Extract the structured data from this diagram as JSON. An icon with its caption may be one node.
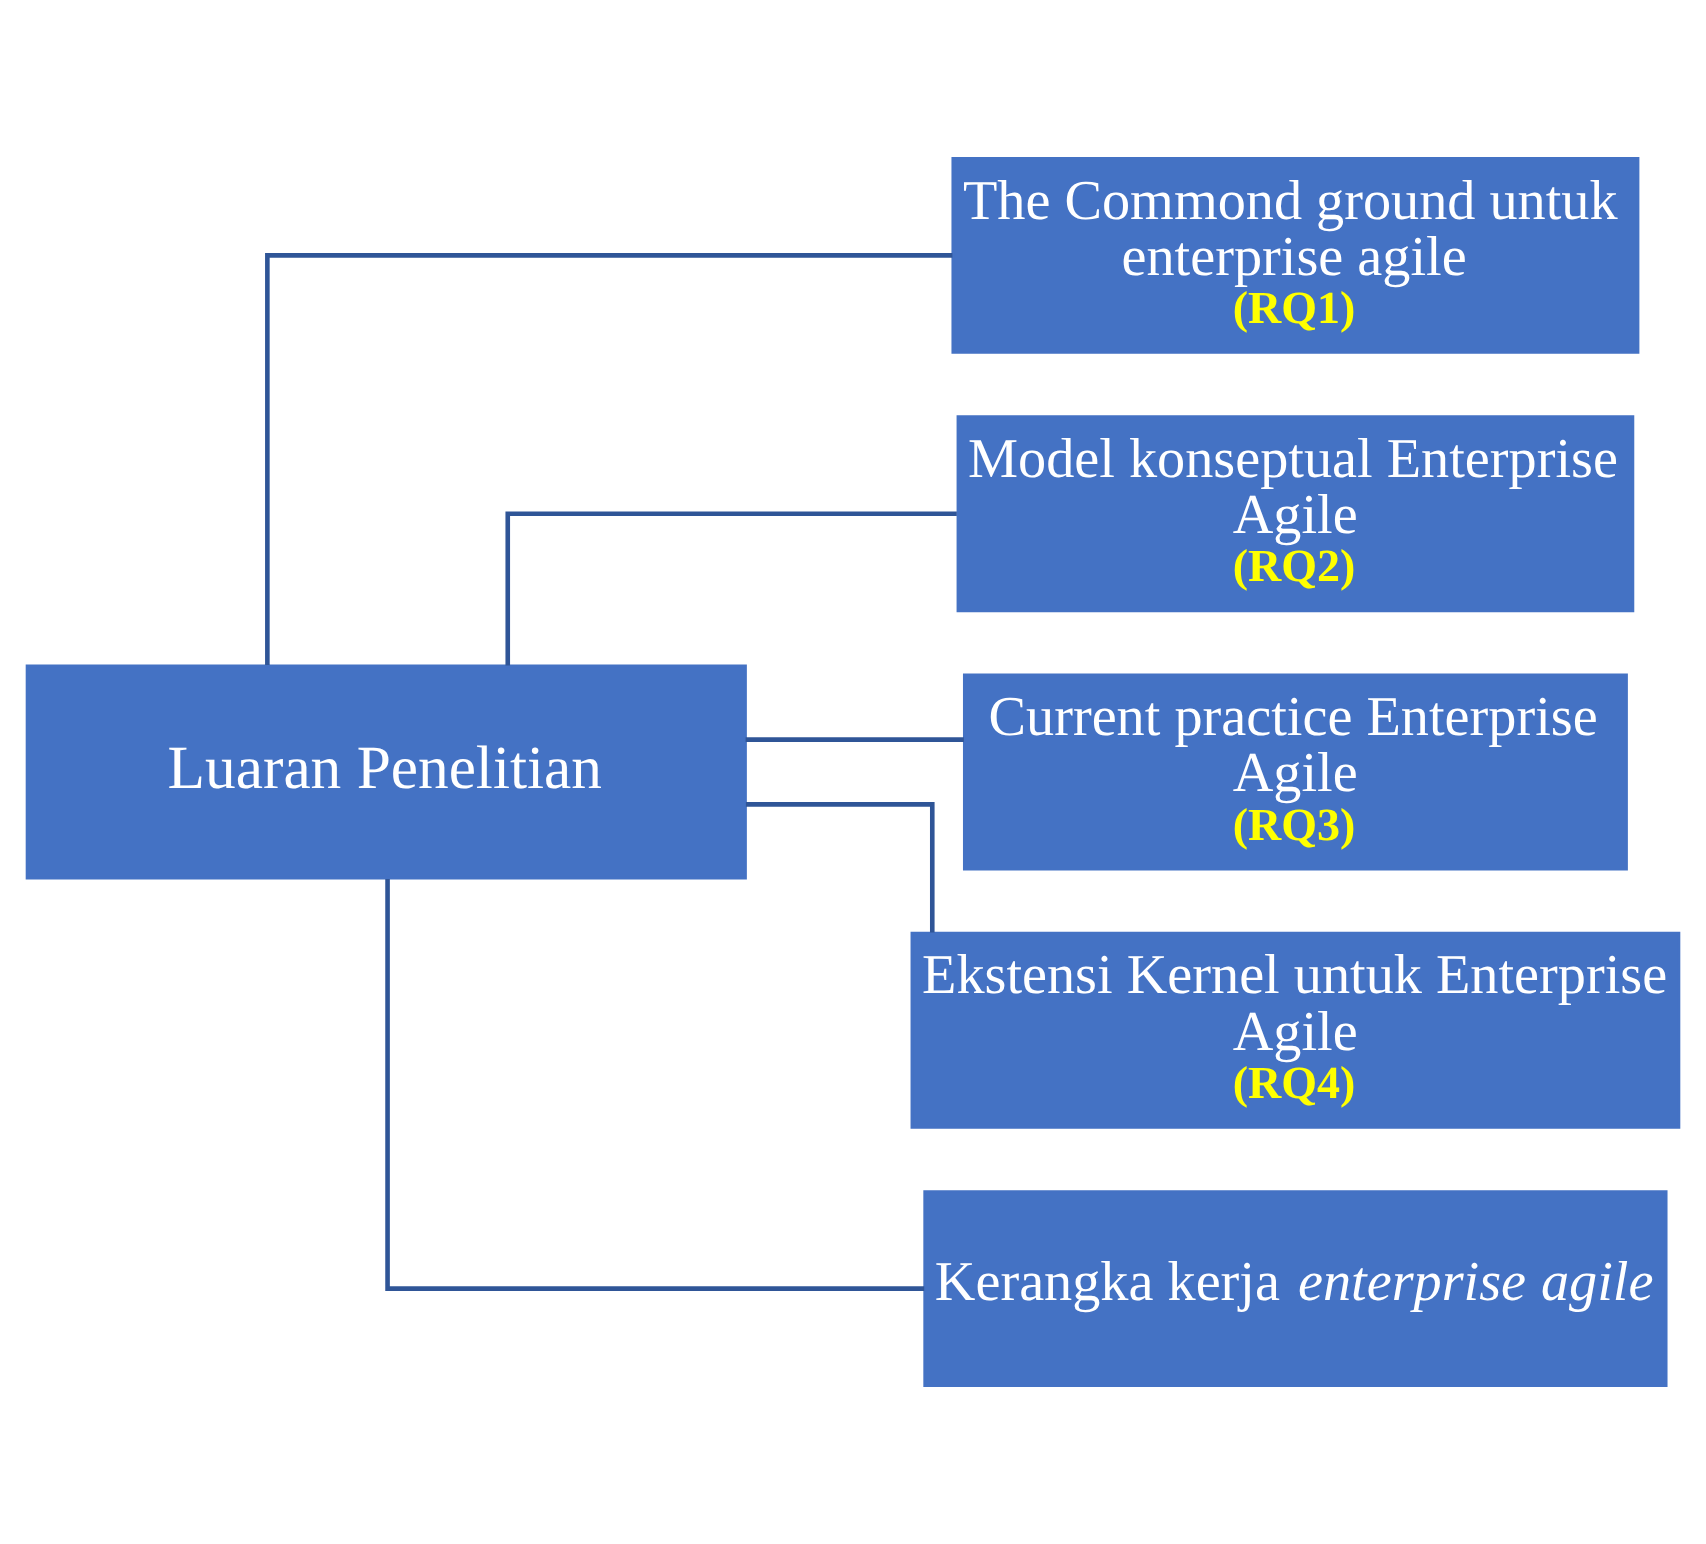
{
  "diagram": {
    "nodes": [
      {
        "text": [
          "Luaran Penelitian"
        ]
      },
      {
        "text": [
          "The Commond ground untuk enterprise agile",
          "(RQ1)"
        ]
      },
      {
        "text": [
          "Model konseptual Enterprise Agile",
          "(RQ2)"
        ]
      },
      {
        "text": [
          "Current practice Enterprise Agile",
          "(RQ3)"
        ]
      },
      {
        "text": [
          "Ekstensi Kernel untuk Enterprise Agile",
          "(RQ4)"
        ]
      },
      {
        "text": [
          "Kerangka kerja *enterprise agile*"
        ]
      }
    ],
    "edges": [
      {
        "from": 0,
        "to": 1,
        "arrow": "none"
      },
      {
        "from": 0,
        "to": 2,
        "arrow": "none"
      },
      {
        "from": 0,
        "to": 3,
        "arrow": "none"
      },
      {
        "from": 0,
        "to": 4,
        "arrow": "none"
      },
      {
        "from": 0,
        "to": 5,
        "arrow": "none"
      }
    ]
  }
}
